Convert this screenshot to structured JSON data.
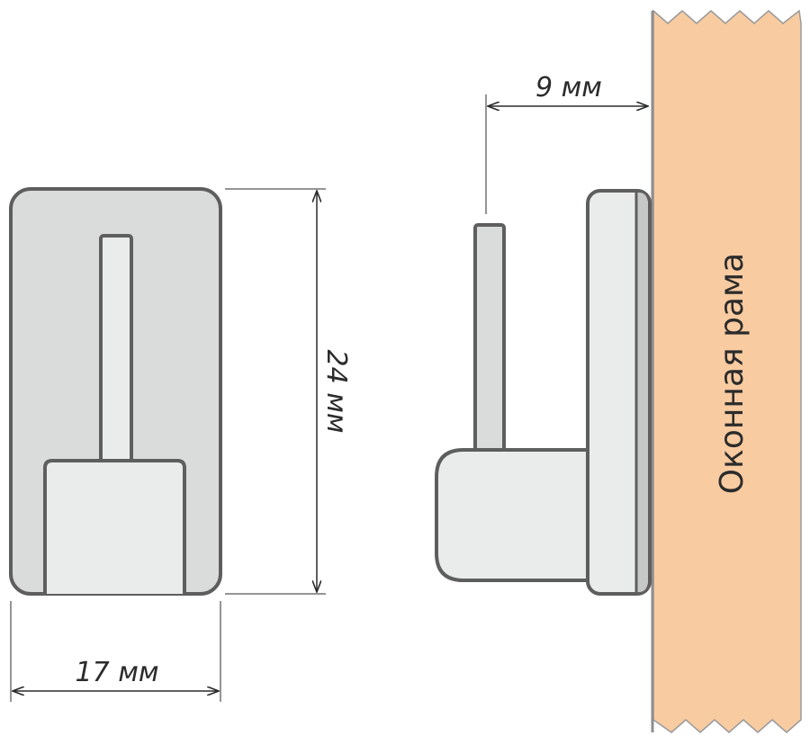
{
  "labels": {
    "height_dim": "24 мм",
    "width_dim": "17 мм",
    "depth_dim": "9 мм",
    "frame": "Оконная рама"
  },
  "colors": {
    "frame_fill": "#F8CBA1",
    "outline": "#5E5E5E",
    "body_fill": "#DADCDB",
    "light_fill": "#EAECEB",
    "shade_fill": "#C6C8C7"
  }
}
